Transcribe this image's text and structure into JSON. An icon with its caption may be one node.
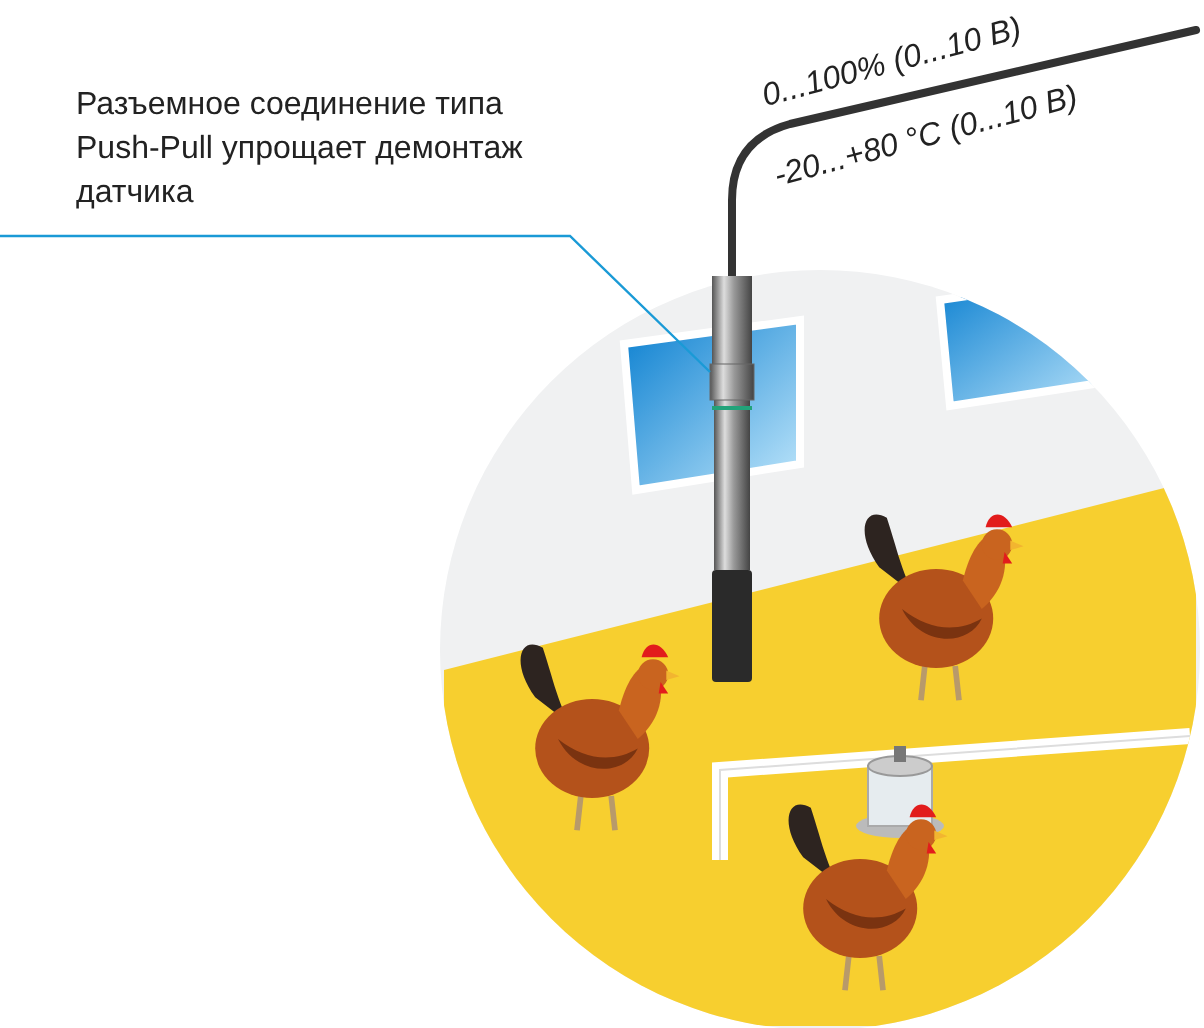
{
  "diagram": {
    "nodes": [
      {
        "text": [
          "Разъемное соединение типа Push-Pull упрощает демонтаж датчика"
        ]
      },
      {
        "text": [],
        "shape": "picture"
      }
    ],
    "edges": [
      {
        "from": 0,
        "to": 1,
        "arrow": "none"
      }
    ],
    "labels": [
      "0...100% (0...10 В)",
      "-20...+80 °C (0...10 В)"
    ]
  }
}
